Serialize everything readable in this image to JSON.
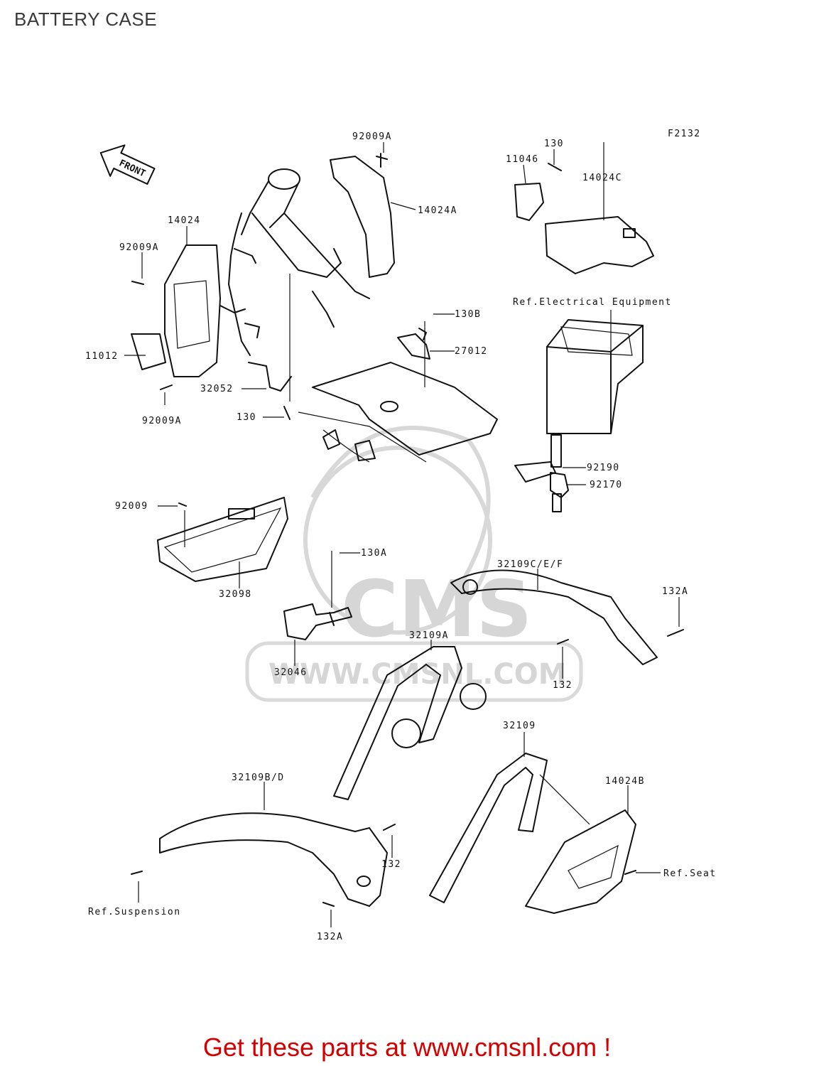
{
  "header": {
    "title": "BATTERY CASE"
  },
  "figure_code": "F2132",
  "front_arrow_label": "FRONT",
  "watermark": {
    "logo_text": "CMS",
    "url_text": "WWW.CMSNL.COM"
  },
  "callouts": {
    "c92009A_top": "92009A",
    "c14024A": "14024A",
    "c130_top": "130",
    "c11046": "11046",
    "c14024C": "14024C",
    "c14024": "14024",
    "c92009A_left": "92009A",
    "c11012": "11012",
    "c92009A_bottom": "92009A",
    "c32052": "32052",
    "c130_mid": "130",
    "c130B": "130B",
    "c27012": "27012",
    "c_ref_electrical": "Ref.Electrical Equipment",
    "c92190": "92190",
    "c92170": "92170",
    "c92009": "92009",
    "c32098": "32098",
    "c130A": "130A",
    "c32109CEF": "32109C/E/F",
    "c132A_right": "132A",
    "c32046": "32046",
    "c32109A": "32109A",
    "c132_mid": "132",
    "c32109": "32109",
    "c32109BD": "32109B/D",
    "c14024B": "14024B",
    "c132_low": "132",
    "c_ref_seat": "Ref.Seat",
    "c_ref_suspension": "Ref.Suspension",
    "c132A_bottom": "132A"
  },
  "footer": {
    "cta": "Get these parts at www.cmsnl.com !"
  },
  "colors": {
    "cta": "#d40000",
    "lines": "#111111",
    "watermark": "#d6d6d6"
  }
}
